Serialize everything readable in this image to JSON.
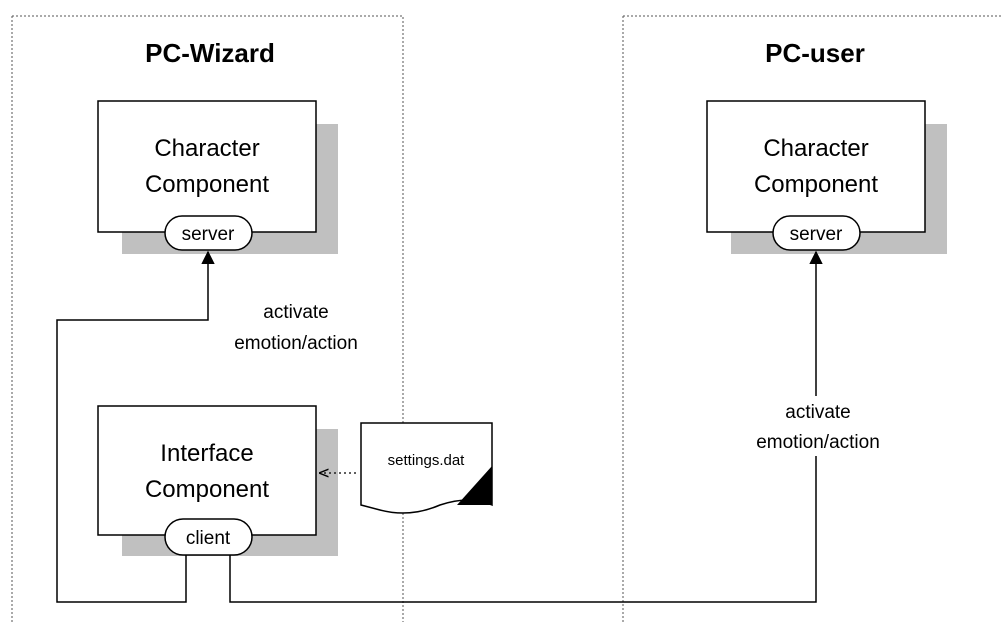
{
  "colors": {
    "background": "#ffffff",
    "line": "#000000",
    "shadow": "#c0c0c0",
    "boundary": "#555555"
  },
  "wizard": {
    "title": "PC-Wizard",
    "character_component": {
      "line1": "Character",
      "line2": "Component",
      "port": "server"
    },
    "interface_component": {
      "line1": "Interface",
      "line2": "Component",
      "port": "client"
    },
    "arrow_label": {
      "line1": "activate",
      "line2": "emotion/action"
    },
    "settings_file": "settings.dat"
  },
  "user": {
    "title": "PC-user",
    "character_component": {
      "line1": "Character",
      "line2": "Component",
      "port": "server"
    },
    "arrow_label": {
      "line1": "activate",
      "line2": "emotion/action"
    }
  }
}
